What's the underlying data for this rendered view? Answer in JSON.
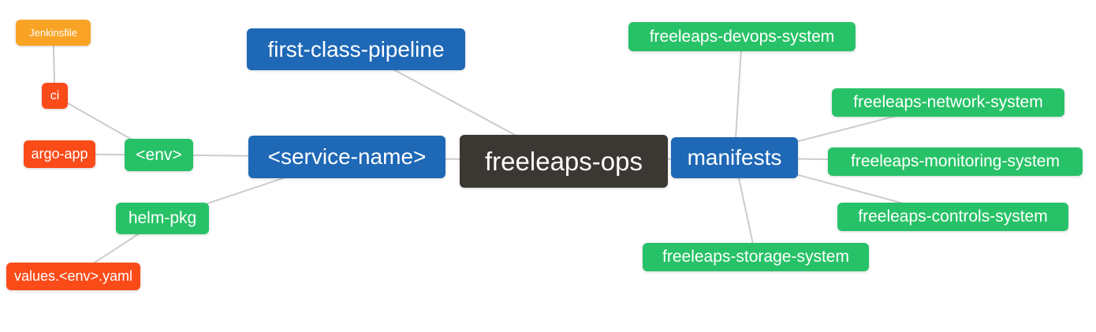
{
  "canvas": {
    "background": "#ffffff",
    "line_color": "#cccccc"
  },
  "palette": {
    "blue": "#1e68b6",
    "dark": "#3b3733",
    "green": "#27c267",
    "red": "#fa4b19",
    "orange": "#f9a325",
    "node_text": "#ffffff"
  },
  "mindmap": {
    "root": "freeleaps-ops",
    "nodes": [
      {
        "id": "jenkinsfile",
        "label": "Jenkinsfile",
        "color": "orange"
      },
      {
        "id": "ci",
        "label": "ci",
        "color": "red"
      },
      {
        "id": "argo-app",
        "label": "argo-app",
        "color": "red"
      },
      {
        "id": "env",
        "label": "<env>",
        "color": "green"
      },
      {
        "id": "helm-pkg",
        "label": "helm-pkg",
        "color": "green"
      },
      {
        "id": "values-env-yaml",
        "label": "values.<env>.yaml",
        "color": "red"
      },
      {
        "id": "first-class-pipeline",
        "label": "first-class-pipeline",
        "color": "blue"
      },
      {
        "id": "service-name",
        "label": "<service-name>",
        "color": "blue"
      },
      {
        "id": "freeleaps-ops",
        "label": "freeleaps-ops",
        "color": "dark"
      },
      {
        "id": "manifests",
        "label": "manifests",
        "color": "blue"
      },
      {
        "id": "freeleaps-devops-system",
        "label": "freeleaps-devops-system",
        "color": "green"
      },
      {
        "id": "freeleaps-network-system",
        "label": "freeleaps-network-system",
        "color": "green"
      },
      {
        "id": "freeleaps-monitoring-system",
        "label": "freeleaps-monitoring-system",
        "color": "green"
      },
      {
        "id": "freeleaps-controls-system",
        "label": "freeleaps-controls-system",
        "color": "green"
      },
      {
        "id": "freeleaps-storage-system",
        "label": "freeleaps-storage-system",
        "color": "green"
      }
    ],
    "edges": [
      {
        "from": "jenkinsfile",
        "to": "ci"
      },
      {
        "from": "ci",
        "to": "env"
      },
      {
        "from": "argo-app",
        "to": "env"
      },
      {
        "from": "env",
        "to": "service-name"
      },
      {
        "from": "helm-pkg",
        "to": "service-name"
      },
      {
        "from": "values-env-yaml",
        "to": "helm-pkg"
      },
      {
        "from": "first-class-pipeline",
        "to": "freeleaps-ops"
      },
      {
        "from": "service-name",
        "to": "freeleaps-ops"
      },
      {
        "from": "freeleaps-ops",
        "to": "manifests"
      },
      {
        "from": "manifests",
        "to": "freeleaps-devops-system"
      },
      {
        "from": "manifests",
        "to": "freeleaps-network-system"
      },
      {
        "from": "manifests",
        "to": "freeleaps-monitoring-system"
      },
      {
        "from": "manifests",
        "to": "freeleaps-controls-system"
      },
      {
        "from": "manifests",
        "to": "freeleaps-storage-system"
      }
    ]
  }
}
